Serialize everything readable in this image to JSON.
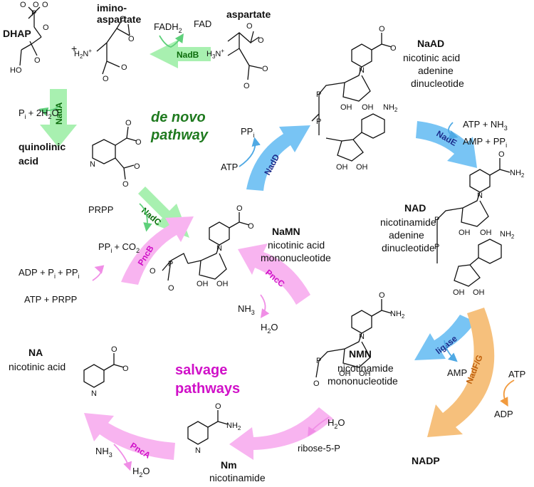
{
  "colors": {
    "denovo_arrow": "#a8f0b0",
    "blue_arrow": "#78c4f4",
    "salvage_arrow": "#f8b4f0",
    "orange_arrow": "#f6c07c",
    "curl_green": "#5ed07a",
    "curl_blue": "#4fa9e4",
    "curl_pink": "#f08ee6",
    "curl_orange": "#f19a3e"
  },
  "pathways": {
    "denovo": [
      "de novo",
      "pathway"
    ],
    "salvage": [
      "salvage",
      "pathways"
    ]
  },
  "compounds": {
    "dhap": "DHAP",
    "iminoaspartate": [
      "imino-",
      "aspartate"
    ],
    "aspartate": "aspartate",
    "quinolinic": [
      "quinolinic",
      "acid"
    ],
    "naad": {
      "abbr": "NaAD",
      "name": [
        "nicotinic acid",
        "adenine",
        "dinucleotide"
      ]
    },
    "nad": {
      "abbr": "NAD",
      "name": [
        "nicotinamide",
        "adenine",
        "dinucleotide"
      ]
    },
    "namn": {
      "abbr": "NaMN",
      "name": [
        "nicotinic acid",
        "mononucleotide"
      ]
    },
    "nmn": {
      "abbr": "NMN",
      "name": [
        "nicotinamide",
        "mononucleotide"
      ]
    },
    "na": {
      "abbr": "NA",
      "name": "nicotinic acid"
    },
    "nm": {
      "abbr": "Nm",
      "name": "nicotinamide"
    },
    "nadp": "NADP"
  },
  "enzymes": {
    "nadb": "NadB",
    "nada": "NadA",
    "nadc": "NadC",
    "nadd": "NadD",
    "nade": "NadE",
    "ligase": "ligase",
    "nadfg": "NadF/G",
    "pncb": "PncB",
    "pncc": "PncC",
    "pnca": "PncA"
  },
  "cofactors": {
    "nadb_fadh2": "FADH",
    "nadb_fadh2_sub": "2",
    "nadb_fad": "FAD",
    "nada_pi": "P",
    "nada_pi_sub": "i",
    "nada_h2o": "+ 2H",
    "nada_h2o_sub": "2",
    "nada_h2o_end": "O",
    "nadc_prpp": "PRPP",
    "nadc_ppi": "PP",
    "nadc_ppi_sub": "i",
    "nadc_co2": "+ CO",
    "nadc_co2_sub": "2",
    "nadd_ppi": "PP",
    "nadd_ppi_sub": "i",
    "nadd_atp": "ATP",
    "nade_in": "ATP + NH",
    "nade_in_sub": "3",
    "nade_out": "AMP + PP",
    "nade_out_sub": "i",
    "ligase_amp": "AMP",
    "nadfg_atp": "ATP",
    "nadfg_adp": "ADP",
    "pncb_out_1": "ADP + P",
    "pncb_out_1_sub": "i",
    "pncb_out_2": "+ PP",
    "pncb_out_2_sub": "i",
    "pncb_in": "ATP + PRPP",
    "pncc_nh3": "NH",
    "pncc_nh3_sub": "3",
    "pncc_h2o": "H",
    "pncc_h2o_sub": "2",
    "pncc_h2o_end": "O",
    "pnca_nh3": "NH",
    "pnca_nh3_sub": "3",
    "pnca_h2o": "H",
    "pnca_h2o_sub": "2",
    "pnca_h2o_end": "O",
    "nm_h2o": "H",
    "nm_h2o_sub": "2",
    "nm_h2o_end": "O",
    "nm_ribose": "ribose-5-P"
  },
  "atoms": {
    "plus": "+",
    "o_minus": "O",
    "minus": "−",
    "n": "N",
    "nplus": "+",
    "oh": "OH",
    "ho": "HO",
    "o": "O",
    "p": "P",
    "nh2": "NH",
    "nh2_sub": "2",
    "h2n": "H",
    "h2n_sub": "2",
    "h2n_end": "N",
    "h3n": "H",
    "h3n_sub": "3",
    "h3n_end": "N"
  }
}
